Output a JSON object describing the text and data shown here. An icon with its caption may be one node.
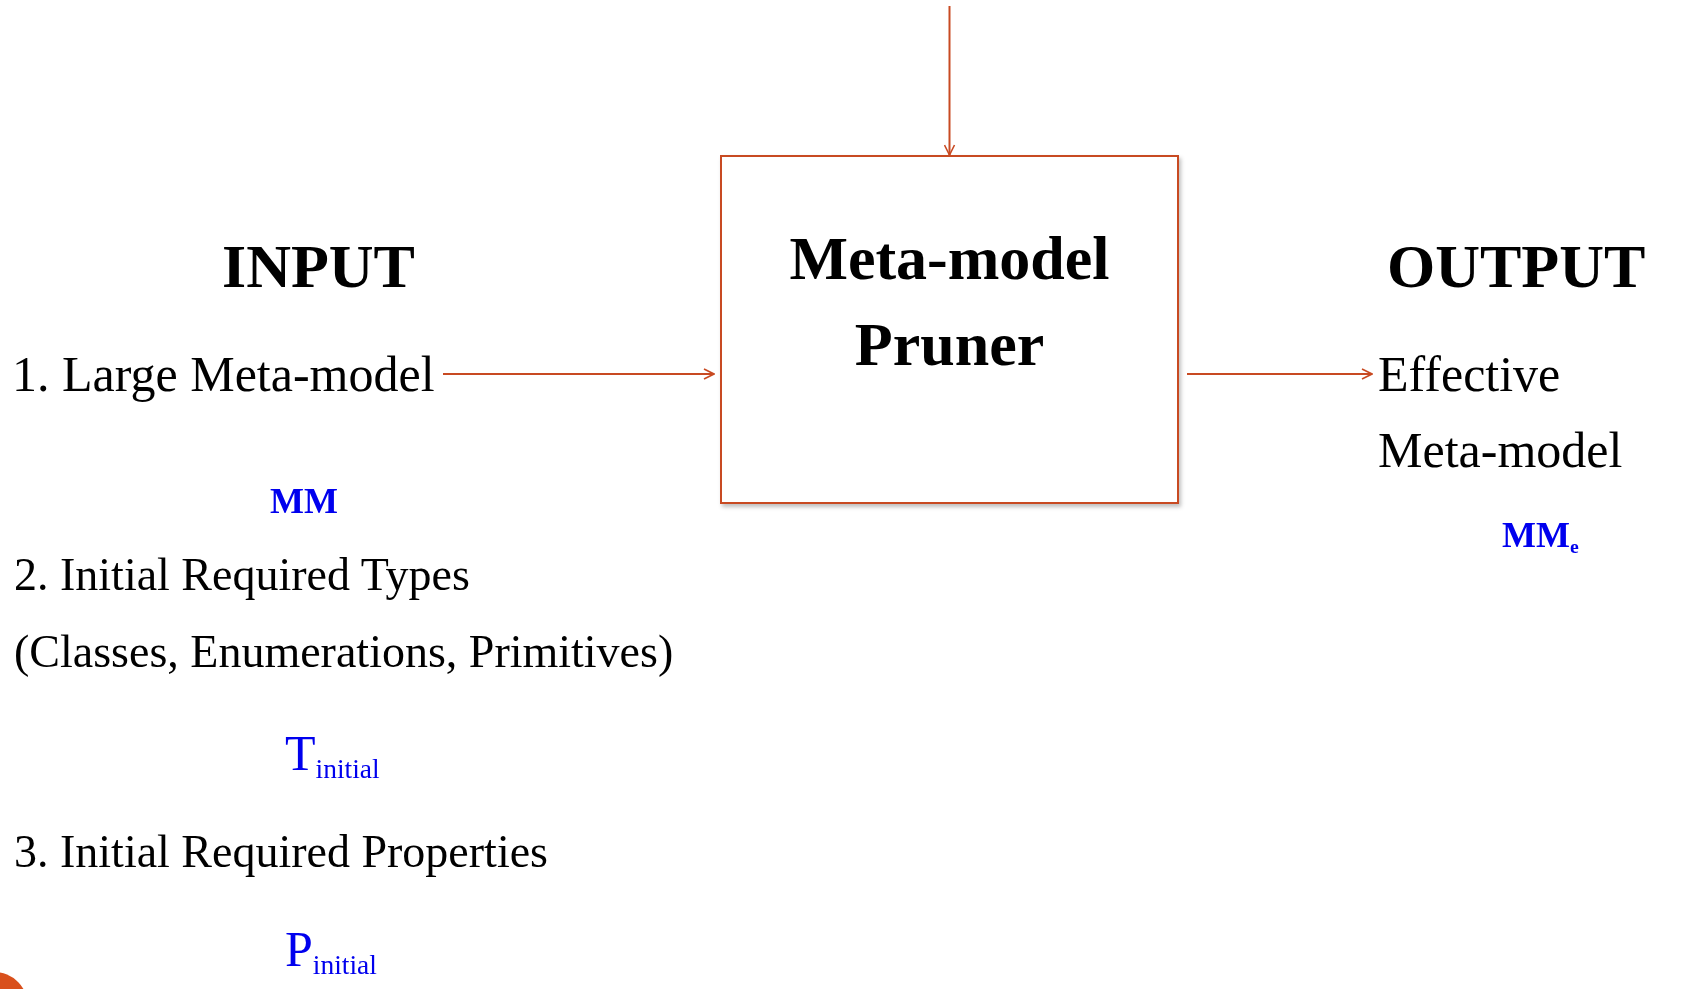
{
  "diagram": {
    "nodes": [
      {
        "text": [
          "1. Large Meta-model"
        ]
      },
      {
        "text": [
          "Meta-model Pruner"
        ]
      },
      {
        "text": [
          "Effective Meta-model"
        ]
      }
    ],
    "edges": [
      {
        "from": 0,
        "to": 1,
        "arrow": "to"
      },
      {
        "from": 1,
        "to": 2,
        "arrow": "to"
      },
      {
        "from": null,
        "to": 1,
        "arrow": "to"
      }
    ],
    "labels": [
      "INPUT",
      "OUTPUT",
      "MM",
      "MM$_{e}$",
      "2. Initial Required Types",
      "(Classes, Enumerations, Primitives)",
      "T$_{initial}$",
      "3. Initial Required Properties",
      "P$_{initial}$"
    ]
  }
}
